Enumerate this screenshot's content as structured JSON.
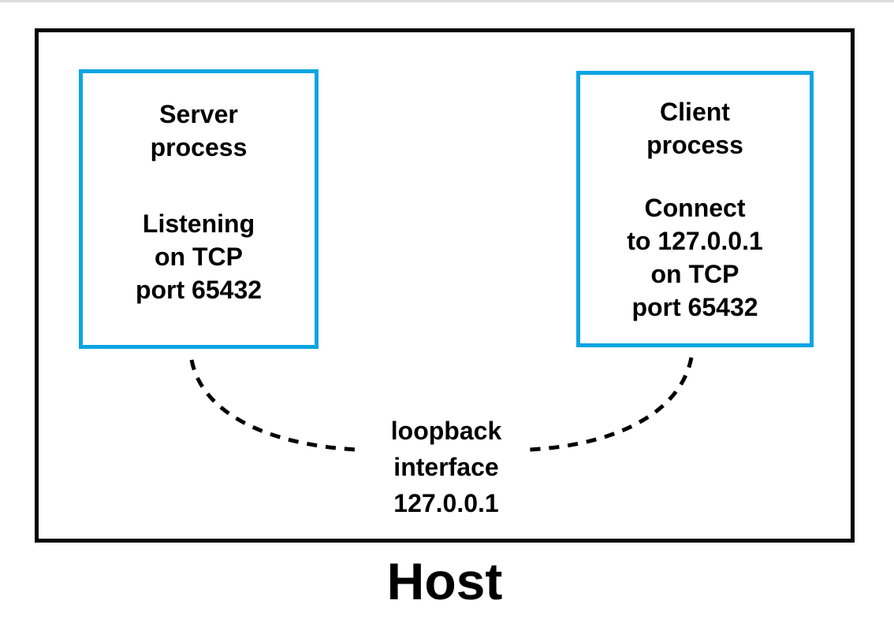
{
  "diagram": {
    "title_context": "loopback networking diagram",
    "host_label": "Host",
    "server_box": {
      "title": "Server\nprocess",
      "detail": "Listening\non TCP\nport 65432"
    },
    "client_box": {
      "title": "Client\nprocess",
      "detail": "Connect\nto 127.0.0.1\non TCP\nport 65432"
    },
    "loopback_label": "loopback\ninterface\n127.0.0.1",
    "colors": {
      "process_box_border": "#0aa5e2",
      "host_box_border": "#000000",
      "text": "#000000",
      "background": "#ffffff",
      "top_strip": "#dcdcdc"
    }
  }
}
